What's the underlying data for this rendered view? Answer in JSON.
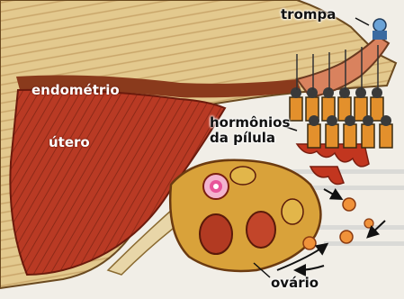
{
  "labels": {
    "tube": "trompa",
    "endometrium": "endométrio",
    "uterus": "útero",
    "pill_hormones_line1": "hormônios",
    "pill_hormones_line2": "da pílula",
    "ovary": "ovário"
  },
  "colors": {
    "uterus_muscle": "#b93a24",
    "uterus_wall": "#e3c98e",
    "endometrium_band": "#8a3a1c",
    "ovary": "#d9a23a",
    "egg": "#e8559a",
    "hormone_soldier": "#e3902c",
    "helmet": "#3a3a3a"
  },
  "icons": [
    "hormone-soldier-icon",
    "egg-cell-icon",
    "follicle-icon",
    "arrow-icon"
  ]
}
